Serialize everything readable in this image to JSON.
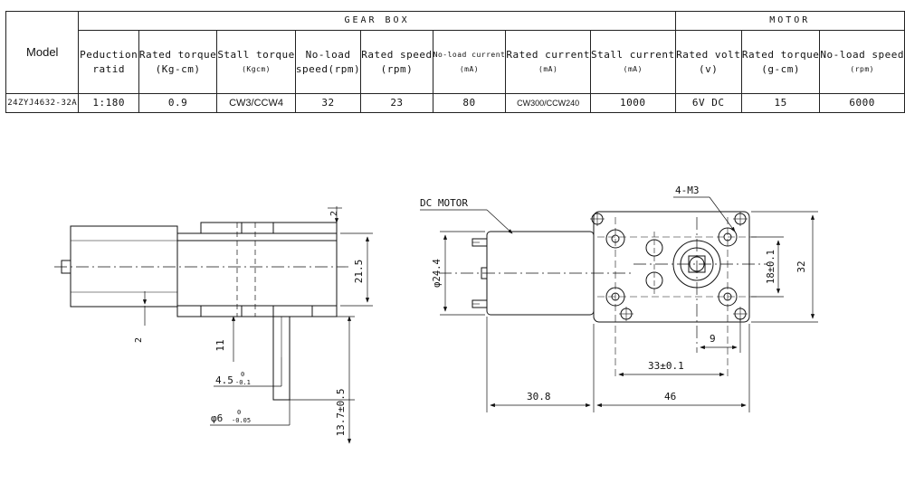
{
  "table": {
    "group_gearbox": "GEAR  BOX",
    "group_motor": "MOTOR",
    "model_header": "Model",
    "columns": [
      {
        "l1": "Peduction",
        "l2": "ratid"
      },
      {
        "l1": "Rated torque",
        "l2": "(Kg-cm)"
      },
      {
        "l1": "Stall torque",
        "l2": "(Kgcm)"
      },
      {
        "l1": "No-load",
        "l2": "speed(rpm)"
      },
      {
        "l1": "Rated speed",
        "l2": "(rpm)"
      },
      {
        "l1": "No-load current",
        "l2": "(mA)"
      },
      {
        "l1": "Rated current",
        "l2": "(mA)"
      },
      {
        "l1": "Stall current",
        "l2": "(mA)"
      },
      {
        "l1": "Rated volt",
        "l2": "(v)"
      },
      {
        "l1": "Rated torque",
        "l2": "(g-cm)"
      },
      {
        "l1": "No-load speed",
        "l2": "(rpm)"
      }
    ],
    "row": {
      "model": "24ZYJ4632-32A",
      "values": [
        "1:180",
        "0.9",
        "CW3/CCW4",
        "32",
        "23",
        "80",
        "CW300/CCW240",
        "1000",
        "6V DC",
        "15",
        "6000"
      ]
    }
  },
  "drawing": {
    "dc_motor_label": "DC MOTOR",
    "holes_label": "4-M3",
    "side_dims": {
      "top_2": "2",
      "height_21_5": "21.5",
      "bottom_2": "2",
      "shaft_11": "11",
      "flat_4_5": "4.5",
      "flat_4_5_tol": "-0.1",
      "shaft_dia": "φ6",
      "shaft_dia_tol": "-0.05",
      "tol_zero": "0",
      "len_13_7": "13.7±0.5"
    },
    "front_dims": {
      "motor_dia": "φ24.4",
      "dim_18": "18±0.1",
      "dim_32": "32",
      "dim_9": "9",
      "dim_33": "33±0.1",
      "dim_46": "46",
      "dim_30_8": "30.8"
    }
  }
}
